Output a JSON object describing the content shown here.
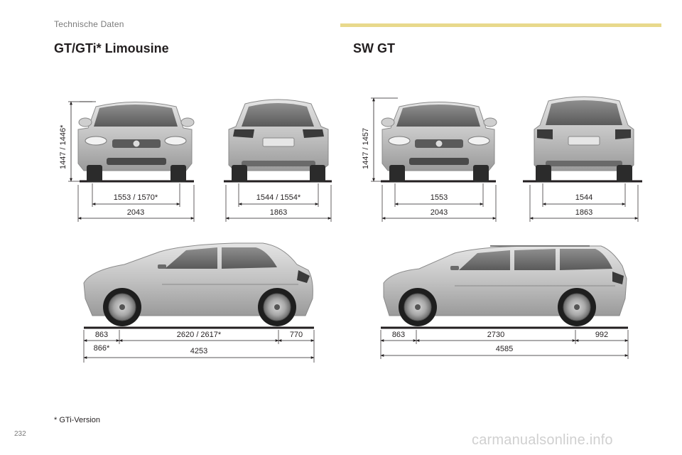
{
  "header": {
    "label": "Technische Daten",
    "accent_color": "#e8d98c"
  },
  "sections": {
    "left_title": "GT/GTi* Limousine",
    "right_title": "SW GT"
  },
  "limousine": {
    "height": "1447 / 1446*",
    "front_track": "1553 / 1570*",
    "front_width": "2043",
    "rear_track": "1544 / 1554*",
    "rear_width": "1863",
    "front_overhang": "863",
    "front_overhang_gti": "866*",
    "wheelbase": "2620 / 2617*",
    "rear_overhang": "770",
    "length": "4253"
  },
  "sw": {
    "height": "1447 / 1457",
    "front_track": "1553",
    "front_width": "2043",
    "rear_track": "1544",
    "rear_width": "1863",
    "front_overhang": "863",
    "wheelbase": "2730",
    "rear_overhang": "992",
    "length": "4585"
  },
  "footnote": "* GTi-Version",
  "page_number": "232",
  "watermark": "carmanualsonline.info"
}
